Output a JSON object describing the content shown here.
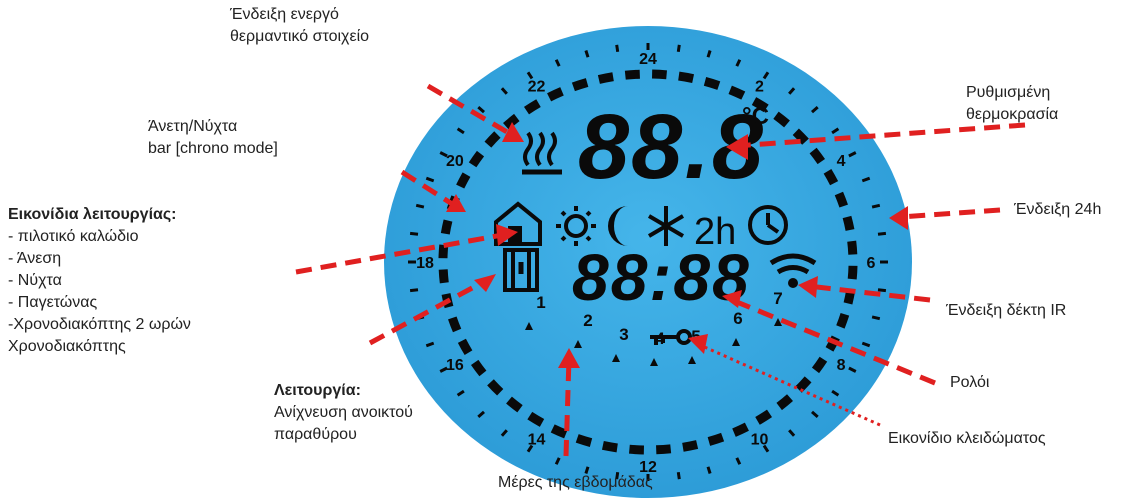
{
  "colors": {
    "lcd": "#3aa9e0",
    "lcd_dark": "#1f8fd0",
    "segment": "#0a0a0a",
    "arrow": "#e02020"
  },
  "dial": {
    "hours": [
      "24",
      "2",
      "4",
      "6",
      "8",
      "10",
      "12",
      "14",
      "16",
      "18",
      "20",
      "22"
    ]
  },
  "display": {
    "temp_digits": "88.8",
    "temp_unit": "°C",
    "time_digits": "88:88",
    "timer_label": "2h",
    "days": [
      "1",
      "2",
      "3",
      "4",
      "5",
      "6",
      "7"
    ]
  },
  "icons": [
    "heating-element-icon",
    "house-icon",
    "sun-icon",
    "moon-icon",
    "snowflake-icon",
    "clock-icon",
    "window-icon",
    "ir-receiver-icon",
    "key-icon"
  ],
  "labels": {
    "heating": [
      "Ένδειξη ενεργό",
      "θερμαντικό στοιχείο"
    ],
    "comfort_night": [
      "Άνετη/Νύχτα",
      "bar [chrono mode]"
    ],
    "modes_title": "Εικονίδια λειτουργίας:",
    "modes": [
      "- πιλοτικό καλώδιο",
      "- Άνεση",
      "- Νύχτα",
      "- Παγετώνας",
      "-Χρονοδιακόπτης 2 ωρών",
      "Χρονοδιακόπτης"
    ],
    "function_title": "Λειτουργία:",
    "function": [
      "Ανίχνευση ανοικτού",
      "παραθύρου"
    ],
    "weekdays": "Μέρες της εβδομάδας",
    "set_temp": [
      "Ρυθμισμένη",
      "θερμοκρασία"
    ],
    "h24": "Ένδειξη 24h",
    "ir": "Ένδειξη δέκτη IR",
    "clock": "Ρολόι",
    "lock": "Εικονίδιο κλειδώματος"
  }
}
